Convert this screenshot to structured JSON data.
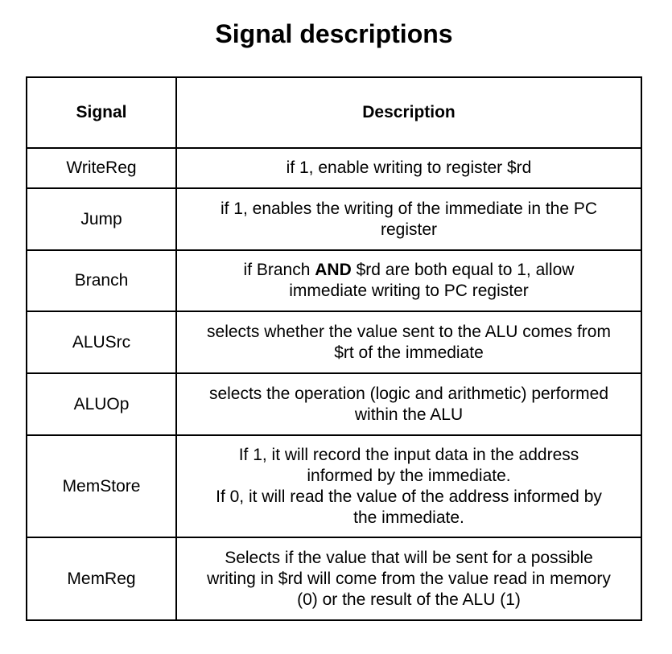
{
  "title": "Signal descriptions",
  "table": {
    "headers": [
      "Signal",
      "Description"
    ],
    "rows": [
      {
        "signal": "WriteReg",
        "lines": [
          "if 1, enable writing to register $rd"
        ]
      },
      {
        "signal": "Jump",
        "lines": [
          "if 1, enables the writing of the immediate in the PC",
          "register"
        ]
      },
      {
        "signal": "Branch",
        "line1_pre": "if Branch ",
        "line1_bold": "AND",
        "line1_post": " $rd are both equal to 1, allow",
        "line2": "immediate writing to PC register"
      },
      {
        "signal": "ALUSrc",
        "lines": [
          "selects whether the value sent to the ALU comes from",
          "$rt of the immediate"
        ]
      },
      {
        "signal": "ALUOp",
        "lines": [
          "selects the operation (logic and arithmetic) performed",
          "within the ALU"
        ]
      },
      {
        "signal": "MemStore",
        "lines": [
          "If 1, it will record the input data in the address",
          "informed by the immediate.",
          "If 0, it will read the value of the address informed by",
          "the immediate."
        ]
      },
      {
        "signal": "MemReg",
        "lines": [
          "Selects if the value that will be sent for a possible",
          "writing in $rd will come from the value read in memory",
          "(0) or the result of the ALU (1)"
        ]
      }
    ]
  }
}
